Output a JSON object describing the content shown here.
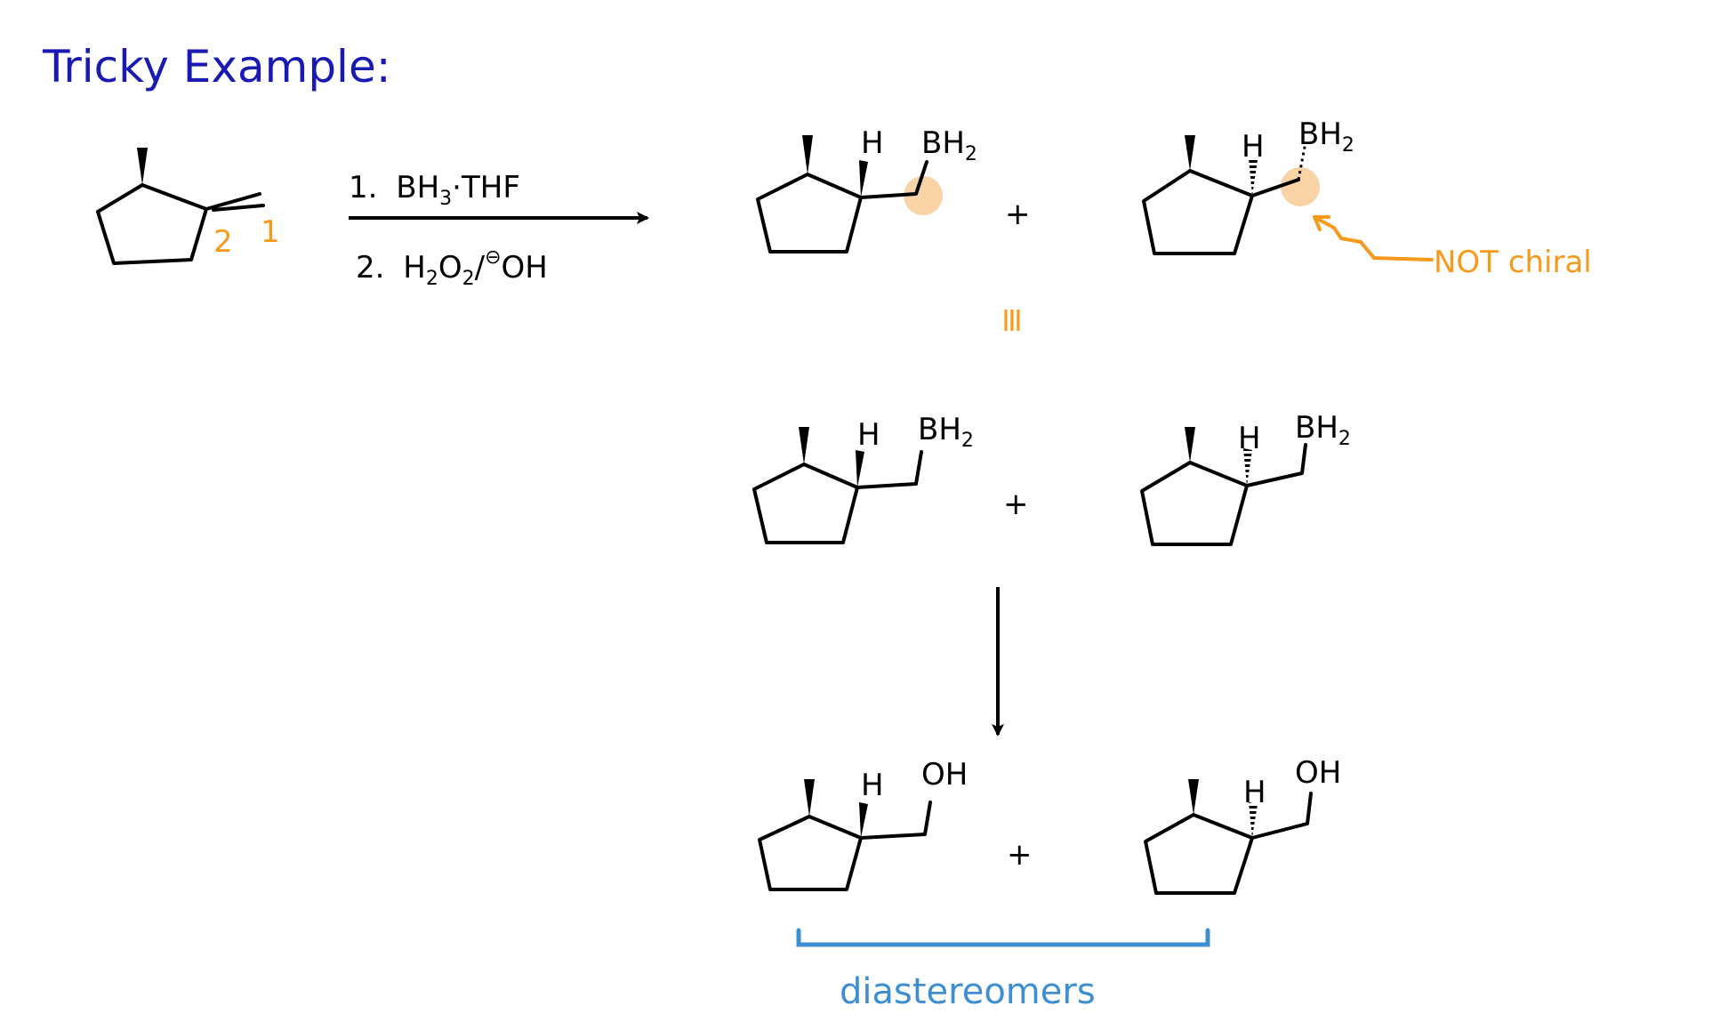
{
  "title": "Tricky Example:",
  "colors": {
    "title": "#1a1ab3",
    "annotation": "#f59a1c",
    "highlight": "#f9d3a6",
    "bracket": "#3d8fd1",
    "bonds": "#000000"
  },
  "starting_material": {
    "carbon_numbers": [
      "2",
      "1"
    ]
  },
  "reagents": {
    "step1": {
      "number": "1.",
      "text": "BH",
      "sub": "3",
      "tail": "·THF"
    },
    "step2": {
      "number": "2.",
      "h": "H",
      "h_sub": "2",
      "o": "O",
      "o_sub": "2",
      "slash": "/",
      "charge": "⊖",
      "base": "OH"
    }
  },
  "intermediates": {
    "h_label": "H",
    "boron_label": "BH",
    "boron_sub": "2",
    "plus": "+"
  },
  "annotation": {
    "not_chiral": "NOT chiral",
    "equivalent": "≡"
  },
  "products": {
    "h_label": "H",
    "oh_label": "OH",
    "plus": "+",
    "bracket_label": "diastereomers"
  }
}
